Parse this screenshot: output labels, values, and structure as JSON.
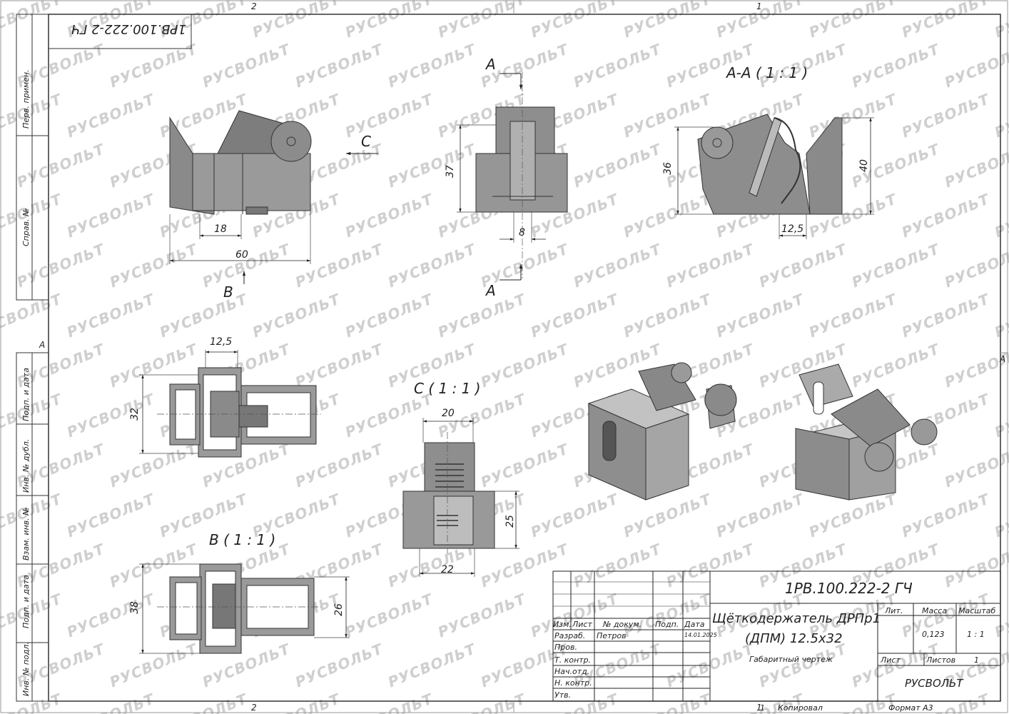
{
  "watermark": "РУСВОЛЬТ",
  "top_designation": "1РВ.100.222-2 ГЧ",
  "frame": {
    "top_zones": [
      "2",
      "1"
    ],
    "bottom_zones": [
      "2",
      "1"
    ],
    "side_zones": [
      "A",
      "A"
    ]
  },
  "side_labels": {
    "perv_primen": "Перв. примен.",
    "sprav_no": "Справ. №",
    "podp_data_1": "Подп. и дата",
    "inv_dubl": "Инв. № дубл.",
    "vzam_inv": "Взам. инв. №",
    "podp_data_2": "Подп. и дата",
    "inv_podl": "Инв. № подл."
  },
  "views": {
    "view_front": {
      "arrow_c": "C",
      "arrow_b": "B",
      "dim_18": "18",
      "dim_60": "60"
    },
    "view_side": {
      "section_top": "A",
      "section_bottom": "A",
      "dim_37": "37",
      "dim_8": "8"
    },
    "section_aa": {
      "title": "A-A ( 1 : 1 )",
      "dim_36": "36",
      "dim_40": "40",
      "dim_12_5": "12,5"
    },
    "view_top": {
      "dim_12_5": "12,5",
      "dim_32": "32"
    },
    "view_c": {
      "title": "C ( 1 : 1 )",
      "dim_20": "20",
      "dim_25": "25",
      "dim_22": "22"
    },
    "view_b": {
      "title": "B ( 1 : 1 )",
      "dim_38": "38",
      "dim_26": "26"
    }
  },
  "title_block": {
    "designation": "1РВ.100.222-2 ГЧ",
    "name_line1": "Щёткодержатель ДРПр1",
    "name_line2": "(ДПМ) 12.5х32",
    "doc_type": "Габаритный чертеж",
    "col_izm": "Изм.",
    "col_list": "Лист",
    "col_doc": "№ докум.",
    "col_podp": "Подп.",
    "col_date": "Дата",
    "row_razrab": "Разраб.",
    "razrab_name": "Петров",
    "razrab_date": "14.01.2025",
    "row_prov": "Пров.",
    "row_tkontr": "Т. контр.",
    "row_nach": "Нач.отд.",
    "row_nkontr": "Н. контр.",
    "row_utv": "Утв.",
    "lit_label": "Лит.",
    "mass_label": "Масса",
    "scale_label": "Масштаб",
    "mass_value": "0,123",
    "scale_value": "1 : 1",
    "sheet_label": "Лист",
    "sheets_label": "Листов",
    "sheets_value": "1",
    "company": "РУСВОЛЬТ"
  },
  "footer": {
    "sheet_no": "1",
    "copied": "Копировал",
    "format": "Формат А3"
  }
}
